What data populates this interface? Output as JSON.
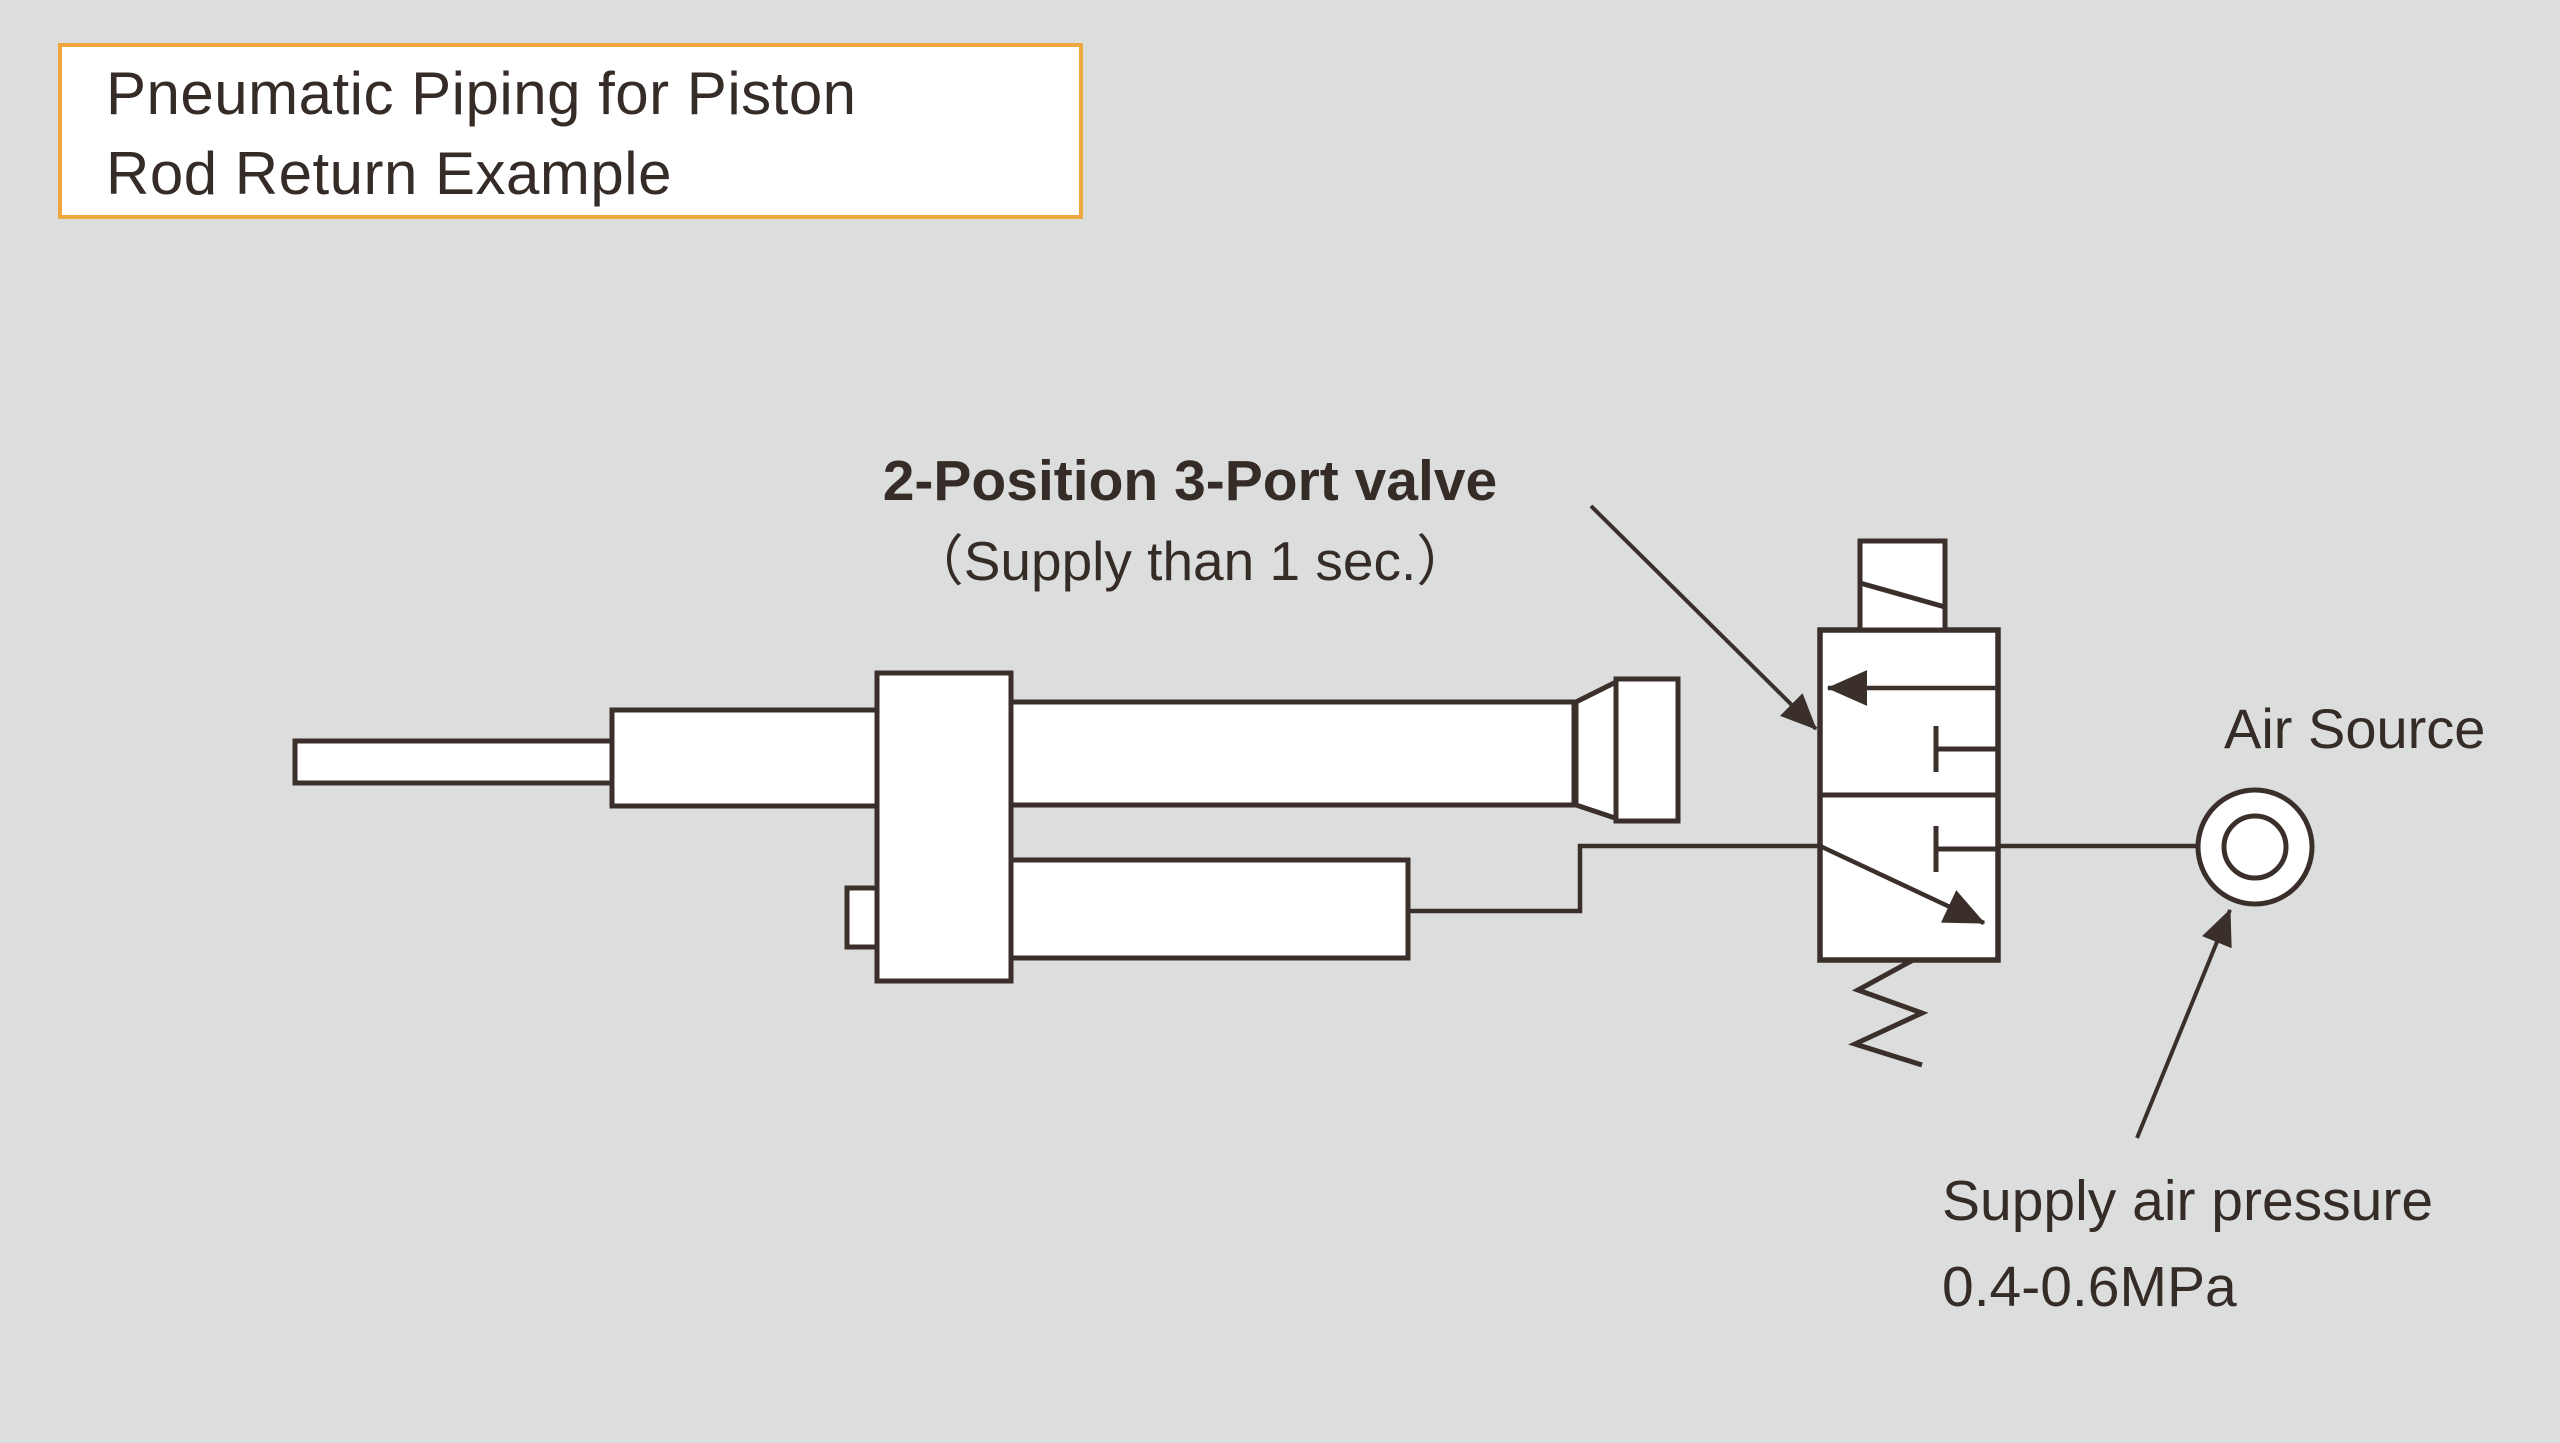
{
  "colors": {
    "background": "#dcdedd",
    "line": "#3a2f2b",
    "accent_border": "#f0a73e",
    "text": "#352c28",
    "fill": "#ffffff"
  },
  "title": {
    "line1": "Pneumatic Piping for Piston",
    "line2": "Rod Return Example"
  },
  "labels": {
    "valve": {
      "line1": "2-Position 3-Port valve",
      "line2": "（Supply than 1 sec.）"
    },
    "air_source": "Air Source",
    "supply": {
      "line1": "Supply air pressure",
      "line2": "0.4-0.6MPa"
    }
  },
  "diagram": {
    "components": [
      "piston-rod",
      "rod-gland-tube",
      "mounting-block",
      "block-port-tab",
      "cylinder-body",
      "nose-cone",
      "knurled-fitting",
      "lower-tube",
      "pneumatic-pipe",
      "2-position-3-port-valve",
      "solenoid-actuator",
      "valve-return-spring",
      "air-source-symbol",
      "supply-line"
    ]
  }
}
